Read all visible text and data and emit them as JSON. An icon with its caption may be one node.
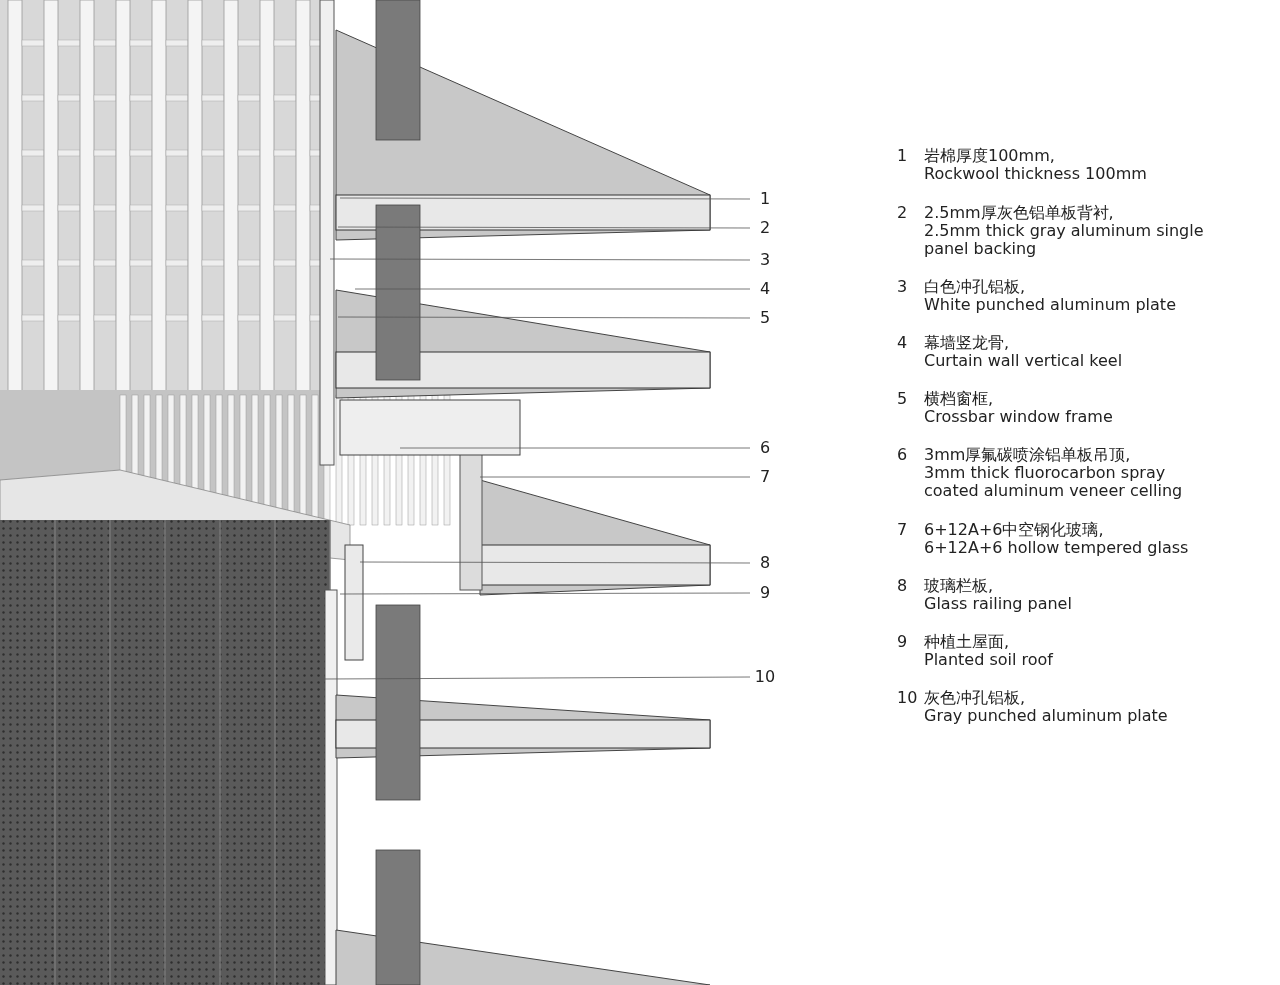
{
  "diagram": {
    "nodes": [
      {
        "text": [
          "1"
        ]
      },
      {
        "text": [
          "2"
        ]
      },
      {
        "text": [
          "3"
        ]
      },
      {
        "text": [
          "4"
        ]
      },
      {
        "text": [
          "5"
        ]
      },
      {
        "text": [
          "6"
        ]
      },
      {
        "text": [
          "7"
        ]
      },
      {
        "text": [
          "8"
        ]
      },
      {
        "text": [
          "9"
        ]
      },
      {
        "text": [
          "10"
        ]
      }
    ],
    "edges": [
      {
        "from": 0,
        "to": null,
        "arrow": "none"
      },
      {
        "from": 1,
        "to": null,
        "arrow": "none"
      },
      {
        "from": 2,
        "to": null,
        "arrow": "none"
      },
      {
        "from": 3,
        "to": null,
        "arrow": "none"
      },
      {
        "from": 4,
        "to": null,
        "arrow": "none"
      },
      {
        "from": 5,
        "to": null,
        "arrow": "none"
      },
      {
        "from": 6,
        "to": null,
        "arrow": "none"
      },
      {
        "from": 7,
        "to": null,
        "arrow": "none"
      },
      {
        "from": 8,
        "to": null,
        "arrow": "none"
      },
      {
        "from": 9,
        "to": null,
        "arrow": "none"
      }
    ],
    "labels": [
      "1",
      "岩棉厚度100mm,",
      "Rockwool thickness 100mm",
      "2",
      "2.5mm厚灰色铝单板背衬,",
      "2.5mm thick gray aluminum single panel backing",
      "3",
      "白色冲孔铝板,",
      "White punched aluminum plate",
      "4",
      "幕墙竖龙骨,",
      "Curtain wall vertical keel",
      "5",
      "横档窗框,",
      "Crossbar window frame",
      "6",
      "3mm厚氟碳喷涂铝单板吊顶,",
      "3mm thick fluorocarbon spray coated aluminum veneer celling",
      "7",
      "6+12A+6中空钢化玻璃,",
      "6+12A+6 hollow tempered glass",
      "8",
      "玻璃栏板,",
      "Glass railing panel",
      "9",
      "种植土屋面,",
      "Planted soil roof",
      "10",
      "灰色冲孔铝板,",
      "Gray punched aluminum plate"
    ]
  }
}
